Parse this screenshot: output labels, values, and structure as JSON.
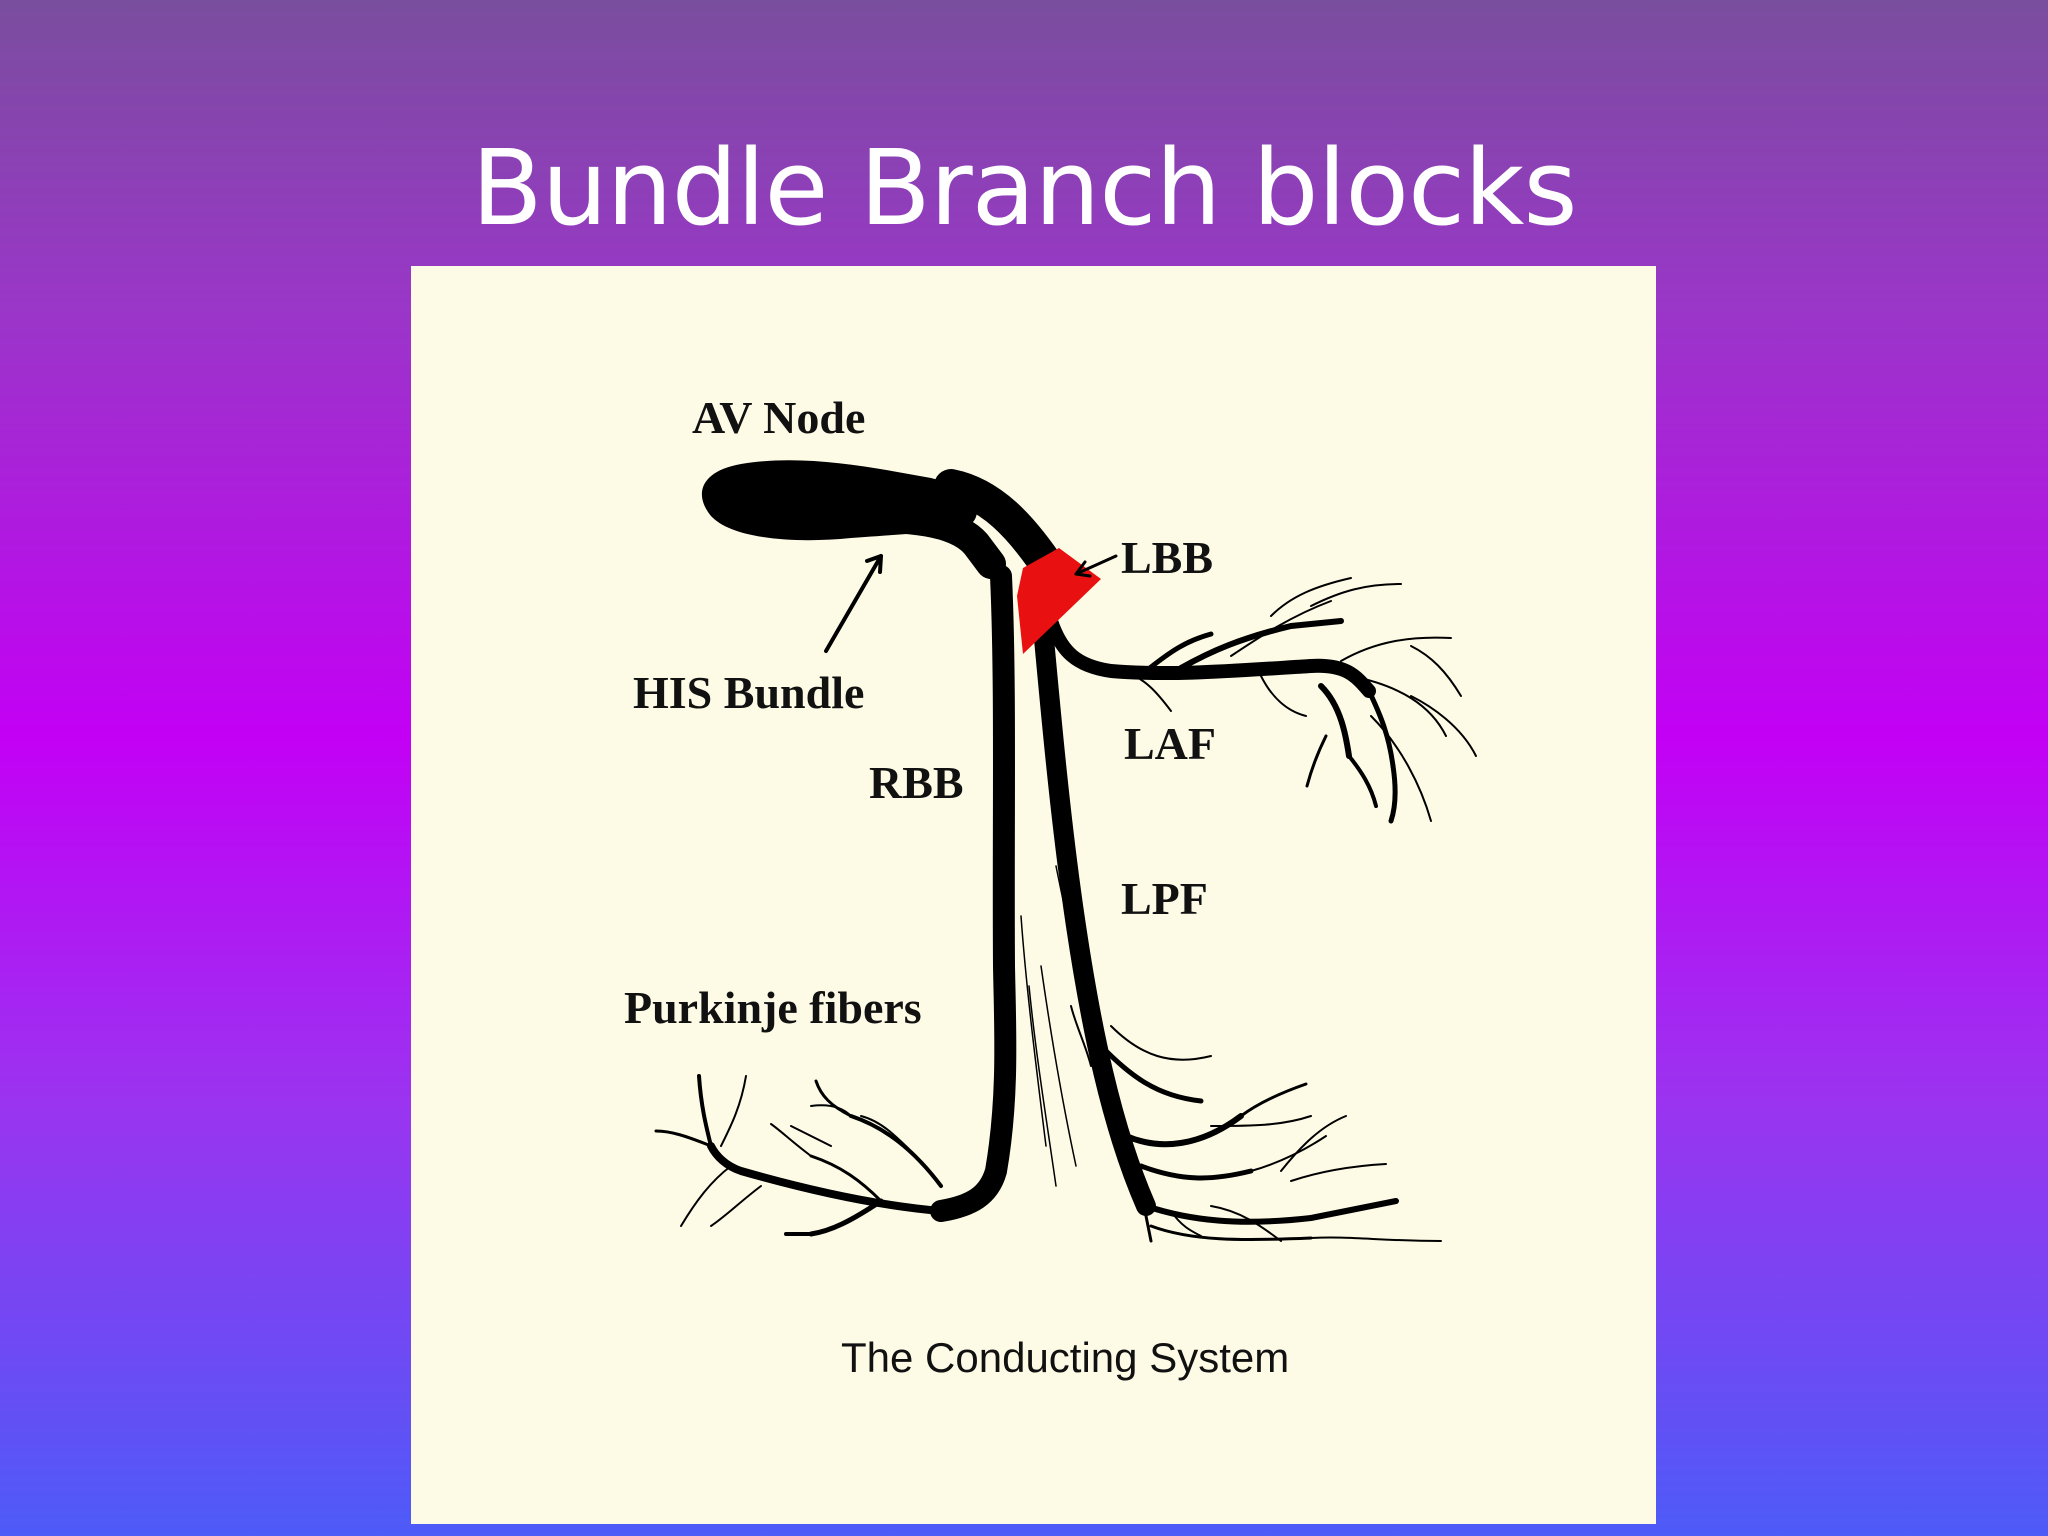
{
  "slide": {
    "title": "Bundle Branch blocks"
  },
  "diagram": {
    "labels": {
      "av_node": "AV Node",
      "lbb": "LBB",
      "his_bundle": "HIS Bundle",
      "rbb": "RBB",
      "laf": "LAF",
      "lpf": "LPF",
      "purkinje": "Purkinje fibers"
    },
    "caption": "The Conducting System",
    "block_color": "#e81010",
    "ink_color": "#000000"
  }
}
